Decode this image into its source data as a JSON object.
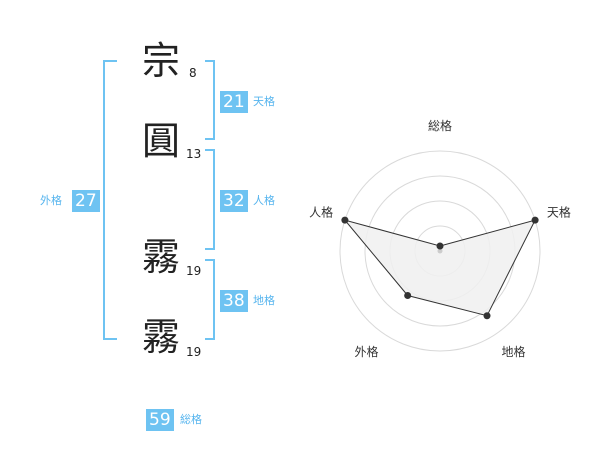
{
  "name": {
    "characters": [
      {
        "char": "宗",
        "strokes": "8"
      },
      {
        "char": "圓",
        "strokes": "13"
      },
      {
        "char": "霧",
        "strokes": "19"
      },
      {
        "char": "霧",
        "strokes": "19"
      }
    ]
  },
  "grids": {
    "tenkaku": {
      "label": "天格",
      "value": "21"
    },
    "jinkaku": {
      "label": "人格",
      "value": "32"
    },
    "chikaku": {
      "label": "地格",
      "value": "38"
    },
    "gaikaku": {
      "label": "外格",
      "value": "27"
    },
    "soukaku": {
      "label": "総格",
      "value": "59"
    }
  },
  "colors": {
    "accent": "#6ec3f2",
    "text": "#222222",
    "radar_fill": "#f0f0f0"
  },
  "chart_data": {
    "type": "radar",
    "axes": [
      "総格",
      "天格",
      "地格",
      "外格",
      "人格"
    ],
    "values": [
      0.05,
      1.0,
      0.8,
      0.55,
      1.0
    ],
    "rings": 4
  }
}
